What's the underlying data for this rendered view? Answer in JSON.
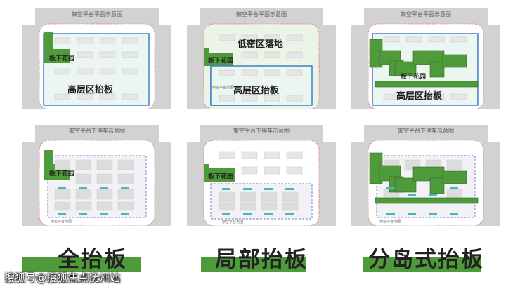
{
  "panels": [
    {
      "top_title": "架空平台平面示意图",
      "bottom_title": "架空平台下停车示意图",
      "top_labels": {
        "garden": "板下花园",
        "main": "高层区抬板"
      },
      "bottom_labels": {
        "garden": "板下花园",
        "range": "架空平台范围"
      },
      "caption": "全抬板"
    },
    {
      "top_title": "架空平台平面示意图",
      "bottom_title": "架空平台下停车示意图",
      "top_labels": {
        "low": "低密区落地",
        "garden": "板下花园",
        "main": "高层区抬板",
        "range": "架空平台范围"
      },
      "bottom_labels": {
        "garden": "板下花园",
        "range": "架空平台范围"
      },
      "caption": "局部抬板"
    },
    {
      "top_title": "架空平台平面示意图",
      "bottom_title": "架空平台下停车示意图",
      "top_labels": {
        "garden": "板下花园",
        "main": "高层区抬板"
      },
      "bottom_labels": {
        "range": "架空平台范围"
      },
      "caption": "分岛式抬板"
    }
  ],
  "watermark": "搜狐号@搜狐焦点抚州站",
  "colors": {
    "road": "#d2d2d2",
    "site": "#ffffff",
    "green": "#4f9a3a",
    "platform_fill": "#e9f4ee",
    "platform_border": "#3f7fc8",
    "building": "#e6e6e6",
    "red_border": "#d9534f"
  }
}
